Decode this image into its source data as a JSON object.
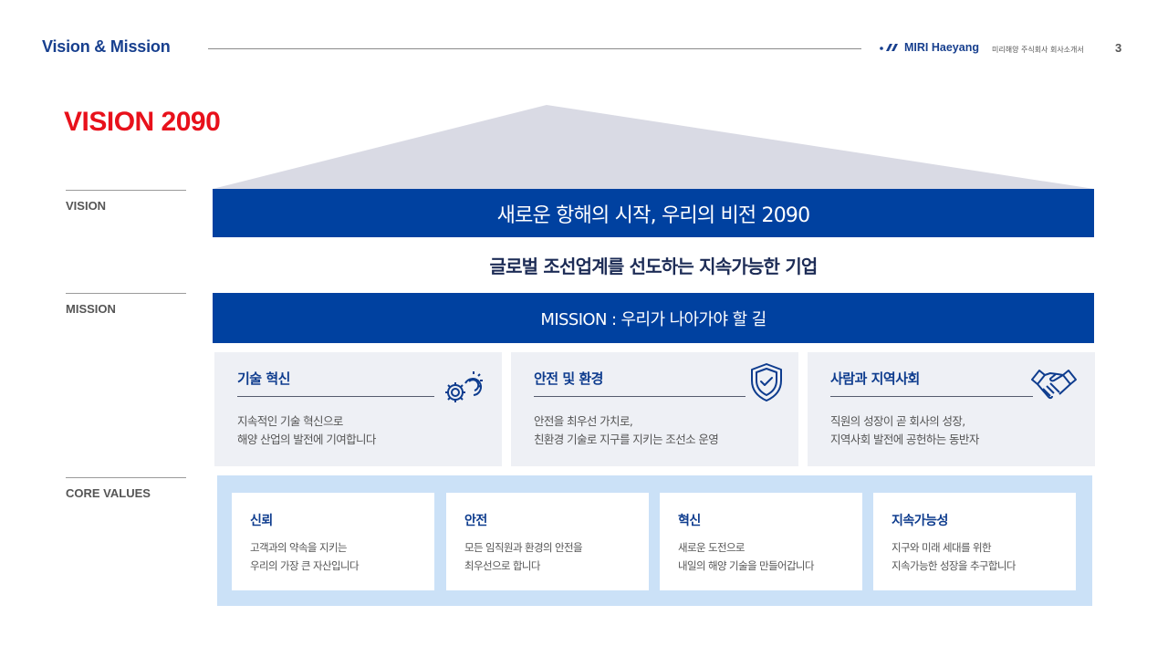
{
  "header": {
    "section_title": "Vision & Mission",
    "logo_text": "MIRI Haeyang",
    "document_name": "미리해양 주식회사 회사소개서",
    "page_number": "3"
  },
  "main_title": "VISION 2090",
  "side_labels": {
    "vision": "VISION",
    "mission": "MISSION",
    "core_values": "CORE VALUES"
  },
  "vision": {
    "headline": "새로운 항해의 시작, 우리의 비전 2090",
    "statement": "글로벌 조선업계를 선도하는 지속가능한 기업"
  },
  "mission": {
    "headline": "MISSION : 우리가 나아가야 할 길",
    "items": [
      {
        "title": "기술 혁신",
        "icon": "gears-icon",
        "line1": "지속적인 기술 혁신으로",
        "line2": "해양 산업의 발전에 기여합니다"
      },
      {
        "title": "안전 및 환경",
        "icon": "shield-check-icon",
        "line1": "안전을 최우선 가치로,",
        "line2": "친환경 기술로 지구를 지키는 조선소 운영"
      },
      {
        "title": "사람과 지역사회",
        "icon": "handshake-icon",
        "line1": "직원의 성장이 곧 회사의 성장,",
        "line2": "지역사회 발전에 공헌하는 동반자"
      }
    ]
  },
  "core_values": [
    {
      "title": "신뢰",
      "line1": "고객과의 약속을 지키는",
      "line2": "우리의 가장 큰 자산입니다"
    },
    {
      "title": "안전",
      "line1": "모든 임직원과 환경의 안전을",
      "line2": "최우선으로 합니다"
    },
    {
      "title": "혁신",
      "line1": "새로운 도전으로",
      "line2": "내일의 해양 기술을 만들어갑니다"
    },
    {
      "title": "지속가능성",
      "line1": "지구와 미래 세대를 위한",
      "line2": "지속가능한 성장을 추구합니다"
    }
  ],
  "colors": {
    "brand_blue": "#0041a0",
    "title_red": "#e8111b",
    "roof_gray": "#d9dae4",
    "card_gray": "#eef0f5",
    "core_bg": "#cbe1f7"
  }
}
